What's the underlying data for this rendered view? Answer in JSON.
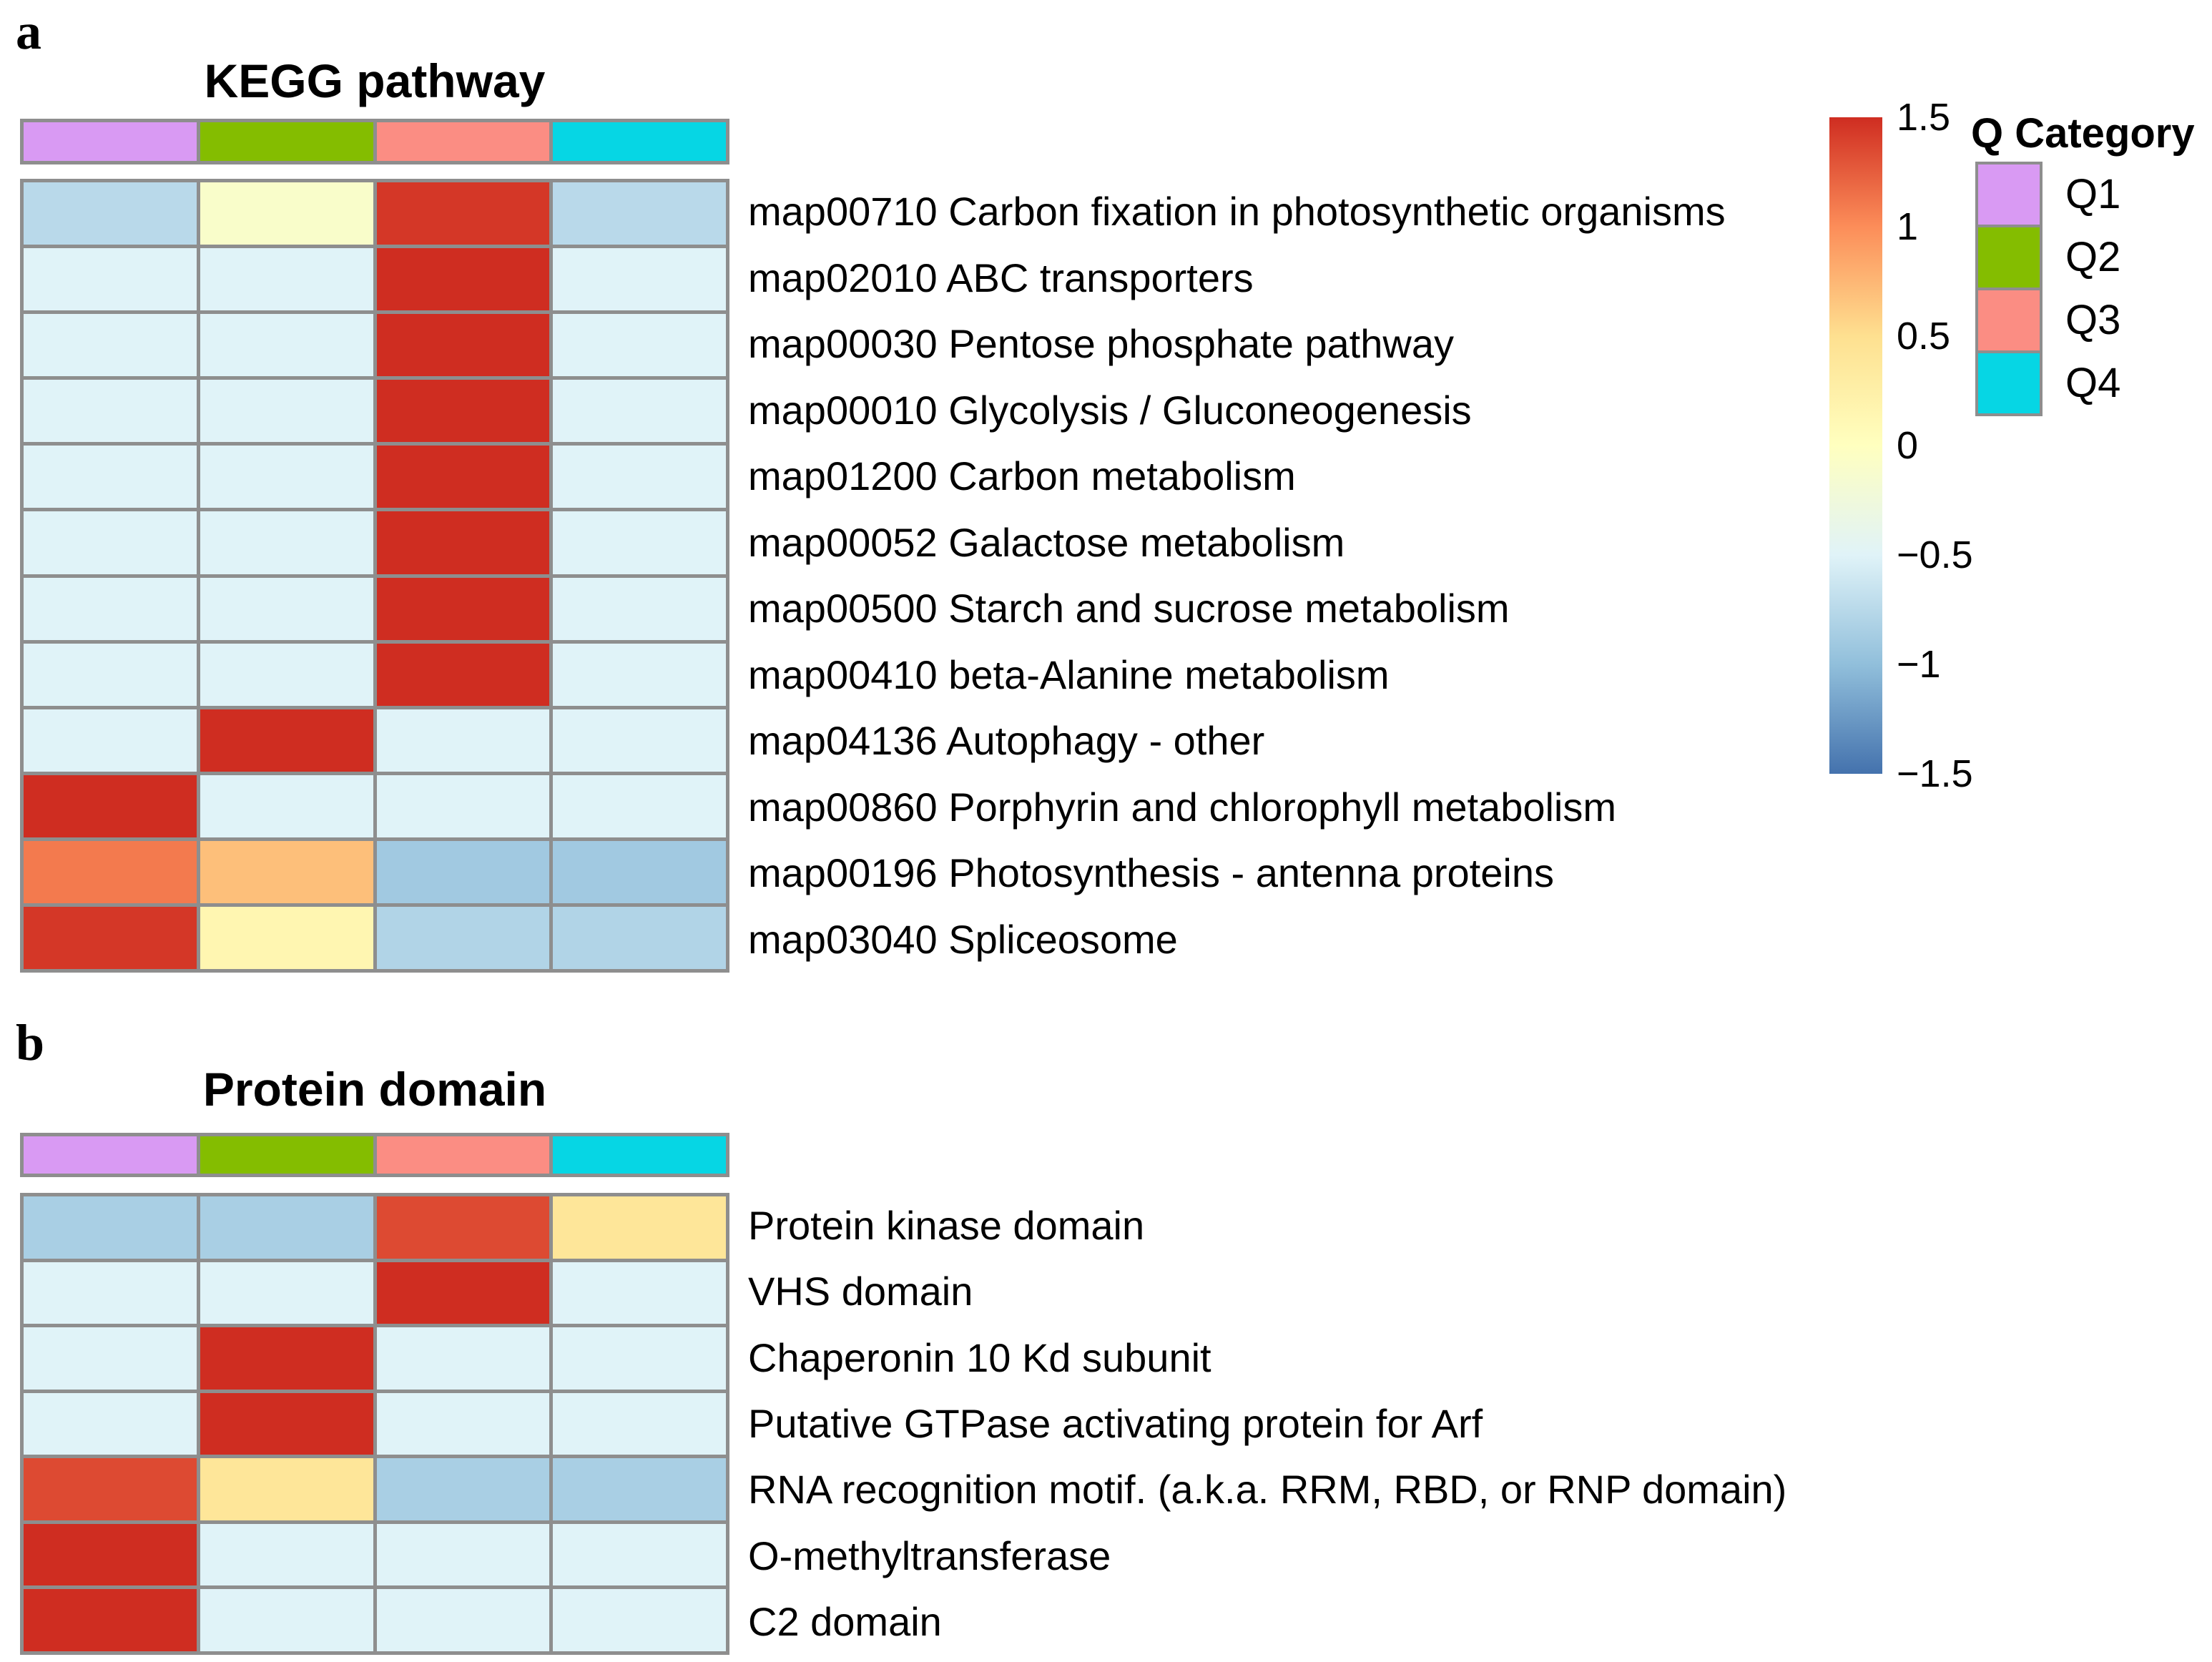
{
  "chart_data": [
    {
      "type": "heatmap",
      "id": "a",
      "panel_letter": "a",
      "title": "KEGG pathway",
      "columns": [
        "Q1",
        "Q2",
        "Q3",
        "Q4"
      ],
      "column_colors": [
        "#d99af3",
        "#84bd00",
        "#fb8d83",
        "#06d6e4"
      ],
      "rows": [
        "map00710 Carbon fixation in photosynthetic organisms",
        "map02010 ABC transporters",
        "map00030 Pentose phosphate pathway",
        "map00010 Glycolysis / Gluconeogenesis",
        "map01200 Carbon metabolism",
        "map00052 Galactose metabolism",
        "map00500 Starch and sucrose metabolism",
        "map00410 beta-Alanine metabolism",
        "map04136 Autophagy - other",
        "map00860 Porphyrin and chlorophyll metabolism",
        "map00196 Photosynthesis - antenna proteins",
        "map03040 Spliceosome"
      ],
      "values": [
        [
          -0.75,
          -0.1,
          1.45,
          -0.75
        ],
        [
          -0.5,
          -0.5,
          1.5,
          -0.5
        ],
        [
          -0.5,
          -0.5,
          1.5,
          -0.5
        ],
        [
          -0.5,
          -0.5,
          1.5,
          -0.5
        ],
        [
          -0.5,
          -0.5,
          1.5,
          -0.5
        ],
        [
          -0.5,
          -0.5,
          1.5,
          -0.5
        ],
        [
          -0.5,
          -0.5,
          1.5,
          -0.5
        ],
        [
          -0.5,
          -0.5,
          1.5,
          -0.5
        ],
        [
          -0.5,
          1.5,
          -0.5,
          -0.5
        ],
        [
          1.5,
          -0.5,
          -0.5,
          -0.5
        ],
        [
          1.1,
          0.7,
          -0.9,
          -0.9
        ],
        [
          1.45,
          0.15,
          -0.8,
          -0.8
        ]
      ],
      "value_range": [
        -1.5,
        1.5
      ]
    },
    {
      "type": "heatmap",
      "id": "b",
      "panel_letter": "b",
      "title": "Protein domain",
      "columns": [
        "Q1",
        "Q2",
        "Q3",
        "Q4"
      ],
      "column_colors": [
        "#d99af3",
        "#84bd00",
        "#fb8d83",
        "#06d6e4"
      ],
      "rows": [
        "Protein kinase domain",
        "VHS domain",
        "Chaperonin 10 Kd subunit",
        "Putative GTPase activating protein for Arf",
        "RNA recognition motif. (a.k.a. RRM, RBD, or RNP domain)",
        "O-methyltransferase",
        "C2 domain"
      ],
      "values": [
        [
          -0.85,
          -0.85,
          1.35,
          0.4
        ],
        [
          -0.5,
          -0.5,
          1.5,
          -0.5
        ],
        [
          -0.5,
          1.5,
          -0.5,
          -0.5
        ],
        [
          -0.5,
          1.5,
          -0.5,
          -0.5
        ],
        [
          1.35,
          0.4,
          -0.85,
          -0.85
        ],
        [
          1.5,
          -0.5,
          -0.5,
          -0.5
        ],
        [
          1.5,
          -0.5,
          -0.5,
          -0.5
        ]
      ],
      "value_range": [
        -1.5,
        1.5
      ]
    }
  ],
  "colormap": {
    "stops": [
      [
        -1.5,
        "#4472ad"
      ],
      [
        -1.0,
        "#91bfdb"
      ],
      [
        -0.5,
        "#e0f3f8"
      ],
      [
        0.0,
        "#ffffbf"
      ],
      [
        0.5,
        "#fee090"
      ],
      [
        1.0,
        "#fc8d59"
      ],
      [
        1.5,
        "#cf2d21"
      ]
    ]
  },
  "colorbar": {
    "tick_labels": [
      "1.5",
      "1",
      "0.5",
      "0",
      "−0.5",
      "−1",
      "−1.5"
    ],
    "top_value": 1.5,
    "bottom_value": -1.5
  },
  "legend": {
    "title": "Q Category",
    "items": [
      {
        "label": "Q1",
        "color": "#d99af3"
      },
      {
        "label": "Q2",
        "color": "#84bd00"
      },
      {
        "label": "Q3",
        "color": "#fb8d83"
      },
      {
        "label": "Q4",
        "color": "#06d6e4"
      }
    ]
  },
  "border_color": "#8e8e8e"
}
